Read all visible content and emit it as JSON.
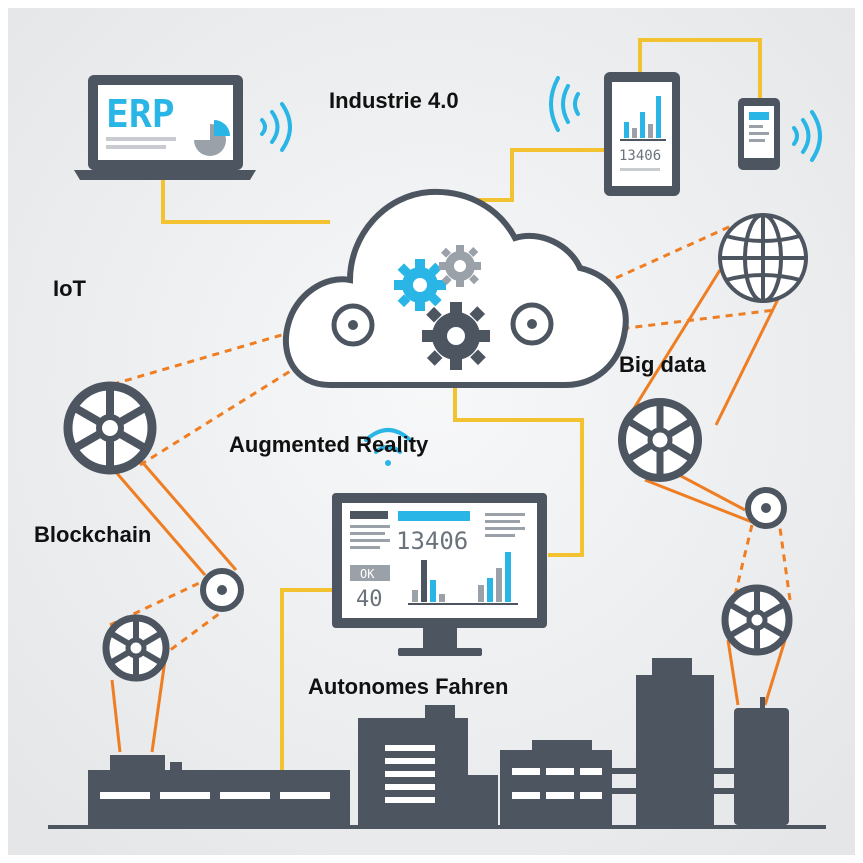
{
  "labels": {
    "industrie": "Industrie 4.0",
    "iot": "IoT",
    "big_data": "Big data",
    "augmented": "Augmented Reality",
    "blockchain": "Blockchain",
    "autonomes": "Autonomes Fahren"
  },
  "laptop": {
    "screen_text": "ERP"
  },
  "tablet": {
    "number": "13406"
  },
  "monitor": {
    "number": "13406",
    "ok": "OK",
    "value": "40"
  },
  "colors": {
    "background": "#eeeff0",
    "dark": "#4c5560",
    "accent_blue": "#29b6e6",
    "wire_yellow": "#f3c230",
    "belt_orange": "#ef7d22",
    "white": "#ffffff"
  },
  "icons": [
    "laptop-icon",
    "tablet-icon",
    "phone-icon",
    "cloud-icon",
    "gear-icon",
    "globe-icon",
    "wheel-icon",
    "wifi-icon",
    "monitor-icon",
    "factory-icon"
  ]
}
